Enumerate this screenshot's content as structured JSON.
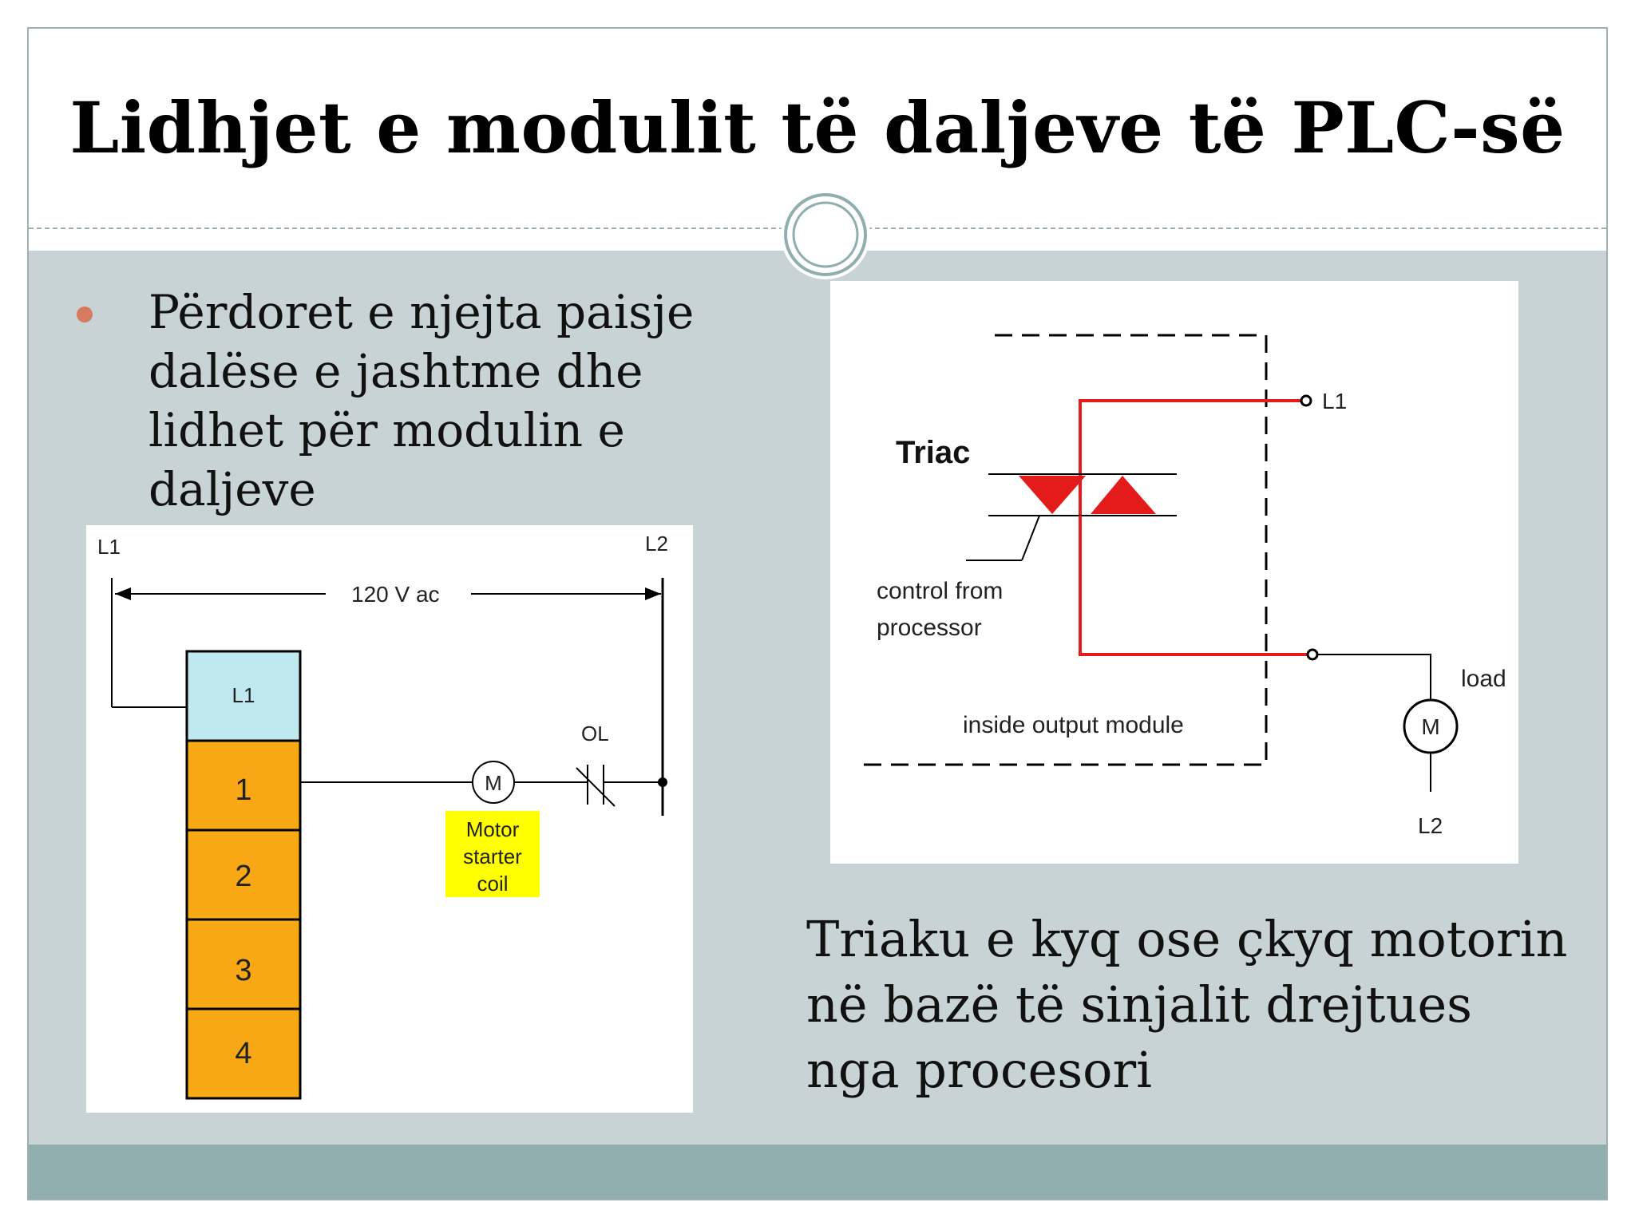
{
  "slide": {
    "title": "Lidhjet e modulit të daljeve të PLC-së",
    "bullet": "Përdoret e njejta paisje dalëse e jashtme dhe lidhet për modulin e daljeve",
    "caption": "Triaku e kyq ose çkyq motorin në bazë të sinjalit drejtues nga procesori"
  },
  "left_diagram": {
    "top_left": "L1",
    "top_right": "L2",
    "voltage": "120 V ac",
    "module_header": "L1",
    "terminals": [
      "1",
      "2",
      "3",
      "4"
    ],
    "motor_symbol": "M",
    "overload": "OL",
    "coil_label": [
      "Motor",
      "starter",
      "coil"
    ]
  },
  "right_diagram": {
    "component": "Triac",
    "l1": "L1",
    "l2": "L2",
    "control": [
      "control from",
      "processor"
    ],
    "module": "inside output module",
    "load": "load",
    "motor_symbol": "M"
  },
  "colors": {
    "content_bg": "#c8d3d6",
    "footer_bg": "#8faead",
    "bullet": "#d87a5e",
    "module_header": "#bfe8ef",
    "terminal_fill": "#f7a814",
    "coil_label_bg": "#ffff00",
    "triac_red": "#e31b1b"
  }
}
